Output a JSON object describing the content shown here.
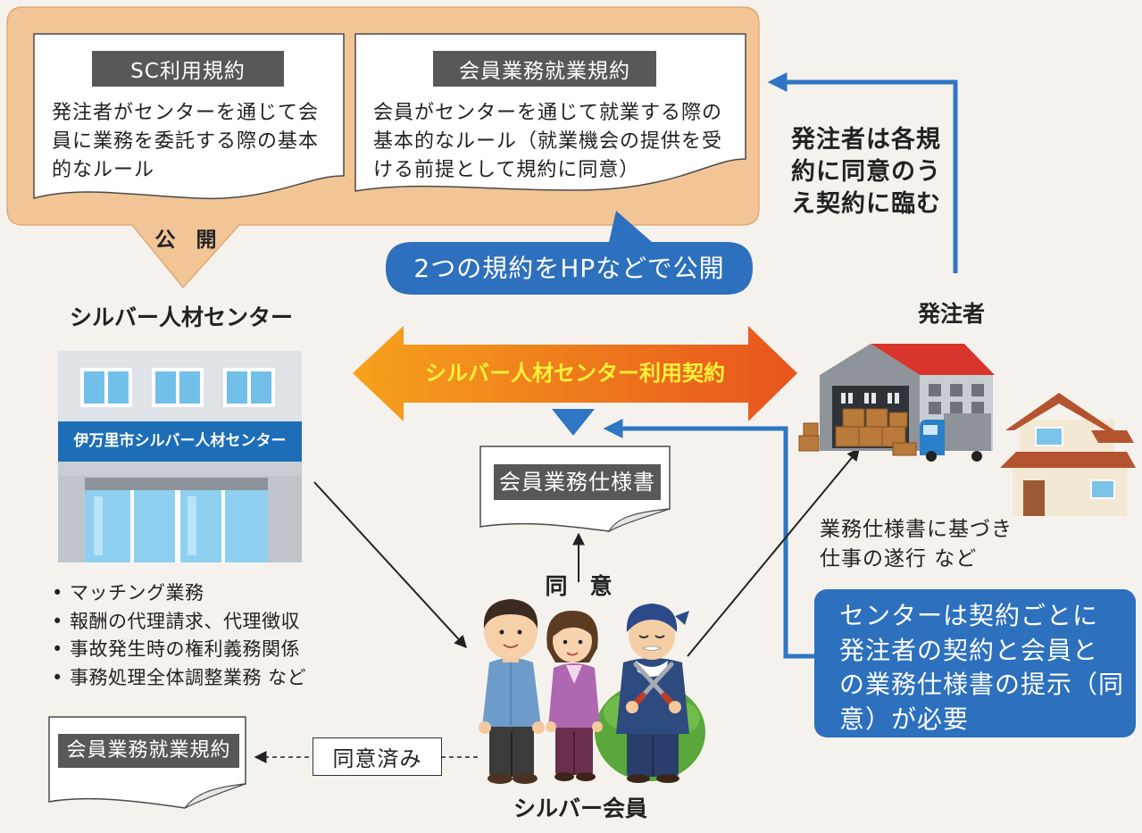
{
  "sc_terms_doc": {
    "title": "SC利用規約",
    "lines": [
      "発注者がセンターを通じて会",
      "員に業務を委託する際の基本",
      "的なルール"
    ]
  },
  "member_terms_doc": {
    "title": "会員業務就業規約",
    "lines": [
      "会員がセンターを通じて就業する際の",
      "基本的なルール（就業機会の提供を受",
      "ける前提として規約に同意）"
    ]
  },
  "publish_label": "公　開",
  "publish_callout": "2つの規約をHPなどで公開",
  "client_consent_note": [
    "発注者は各規",
    "約に同意のう",
    "え契約に臨む"
  ],
  "client_label": "発注者",
  "center": {
    "label": "シルバー人材センター",
    "sign": "伊万里市シルバー人材センター",
    "bullet": "•",
    "duties": [
      "マッチング業務",
      "報酬の代理請求、代理徴収",
      "事故発生時の権利義務関係",
      "事務処理全体調整業務 など"
    ]
  },
  "contract_arrow_label": "シルバー人材センター利用契約",
  "spec_doc_title": "会員業務仕様書",
  "consent_label": "同　意",
  "work_note": [
    "業務仕様書に基づき",
    "仕事の遂行 など"
  ],
  "requirement_callout": [
    "センターは契約ごとに",
    "発注者の契約と会員と",
    "の業務仕様書の提示（同",
    "意）が必要"
  ],
  "member_terms_copy_title": "会員業務就業規約",
  "agreed_label": "同意済み",
  "members_label": "シルバー会員",
  "icons": {
    "center": "office-building-icon",
    "client": [
      "warehouse-icon",
      "delivery-truck-icon",
      "house-icon"
    ],
    "members": "senior-members-icon"
  },
  "colors": {
    "panel_peach": "#f1c596",
    "panel_edge": "#e2a978",
    "callout_blue": "#2d70bd",
    "arrow_blue": "#2f76c4",
    "contract_orange_start": "#f6a21c",
    "contract_orange_end": "#e8541d",
    "contract_text_yellow": "#fff23a",
    "doc_title_gray": "#585858",
    "sign_blue": "#1d6db7"
  }
}
